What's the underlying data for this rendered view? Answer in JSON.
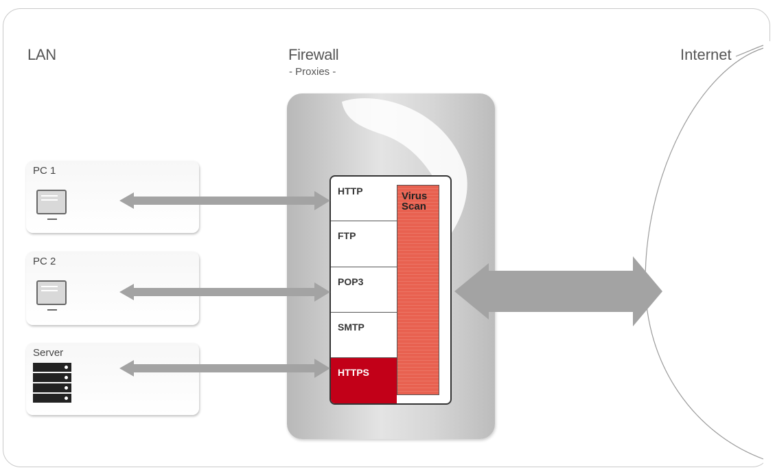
{
  "lan": {
    "title": "LAN"
  },
  "firewall": {
    "title": "Firewall",
    "subtitle": "- Proxies -"
  },
  "internet": {
    "title": "Internet"
  },
  "clients": [
    {
      "label": "PC 1",
      "type": "monitor-icon"
    },
    {
      "label": "PC 2",
      "type": "monitor-icon"
    },
    {
      "label": "Server",
      "type": "server-icon"
    }
  ],
  "proxies": [
    "HTTP",
    "FTP",
    "POP3",
    "SMTP",
    "HTTPS"
  ],
  "virus_scan": {
    "line1": "Virus",
    "line2": "Scan"
  },
  "colors": {
    "accent_red": "#c20018",
    "scan_red": "#e86150",
    "arrow_gray": "#a3a3a3",
    "text_gray": "#555555"
  }
}
